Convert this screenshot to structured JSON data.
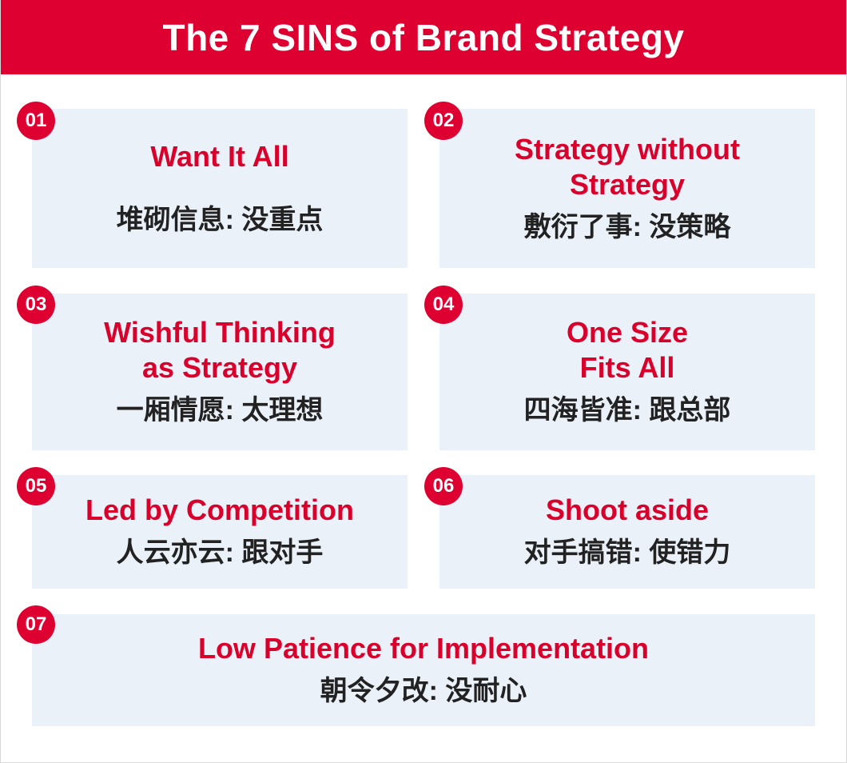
{
  "title": "The 7 SINS of Brand Strategy",
  "colors": {
    "accent": "#de0030",
    "card_bg": "#eaf1f8",
    "text": "#222222"
  },
  "sins": [
    {
      "num": "01",
      "title": "Want It All",
      "chinese": "堆砌信息: 没重点"
    },
    {
      "num": "02",
      "title": "Strategy without\nStrategy",
      "chinese": "敷衍了事: 没策略"
    },
    {
      "num": "03",
      "title": "Wishful Thinking\nas Strategy",
      "chinese": "一厢情愿: 太理想"
    },
    {
      "num": "04",
      "title": "One Size\nFits All",
      "chinese": "四海皆准: 跟总部"
    },
    {
      "num": "05",
      "title": "Led by Competition",
      "chinese": "人云亦云: 跟对手"
    },
    {
      "num": "06",
      "title": "Shoot aside",
      "chinese": "对手搞错: 使错力"
    },
    {
      "num": "07",
      "title": "Low Patience for Implementation",
      "chinese": "朝令夕改: 没耐心"
    }
  ]
}
